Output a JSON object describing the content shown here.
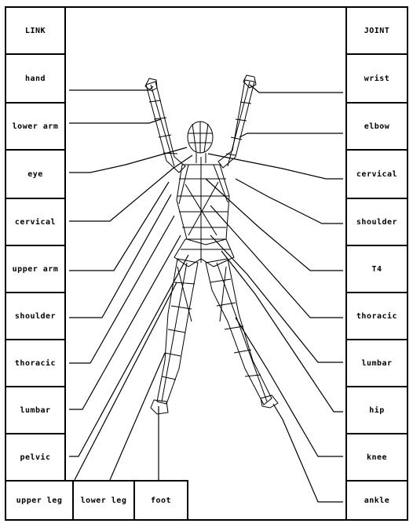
{
  "left_column": {
    "header": "LINK",
    "items": [
      "hand",
      "lower arm",
      "eye",
      "cervical",
      "upper arm",
      "shoulder",
      "thoracic",
      "lumbar",
      "pelvic"
    ]
  },
  "right_column": {
    "header": "JOINT",
    "items": [
      "wrist",
      "elbow",
      "cervical",
      "shoulder",
      "T4",
      "thoracic",
      "lumbar",
      "hip",
      "knee",
      "ankle"
    ]
  },
  "bottom_row": {
    "items": [
      "upper leg",
      "lower leg",
      "foot"
    ]
  },
  "figure": {
    "description_icon": "wireframe-human-figure-icon"
  }
}
